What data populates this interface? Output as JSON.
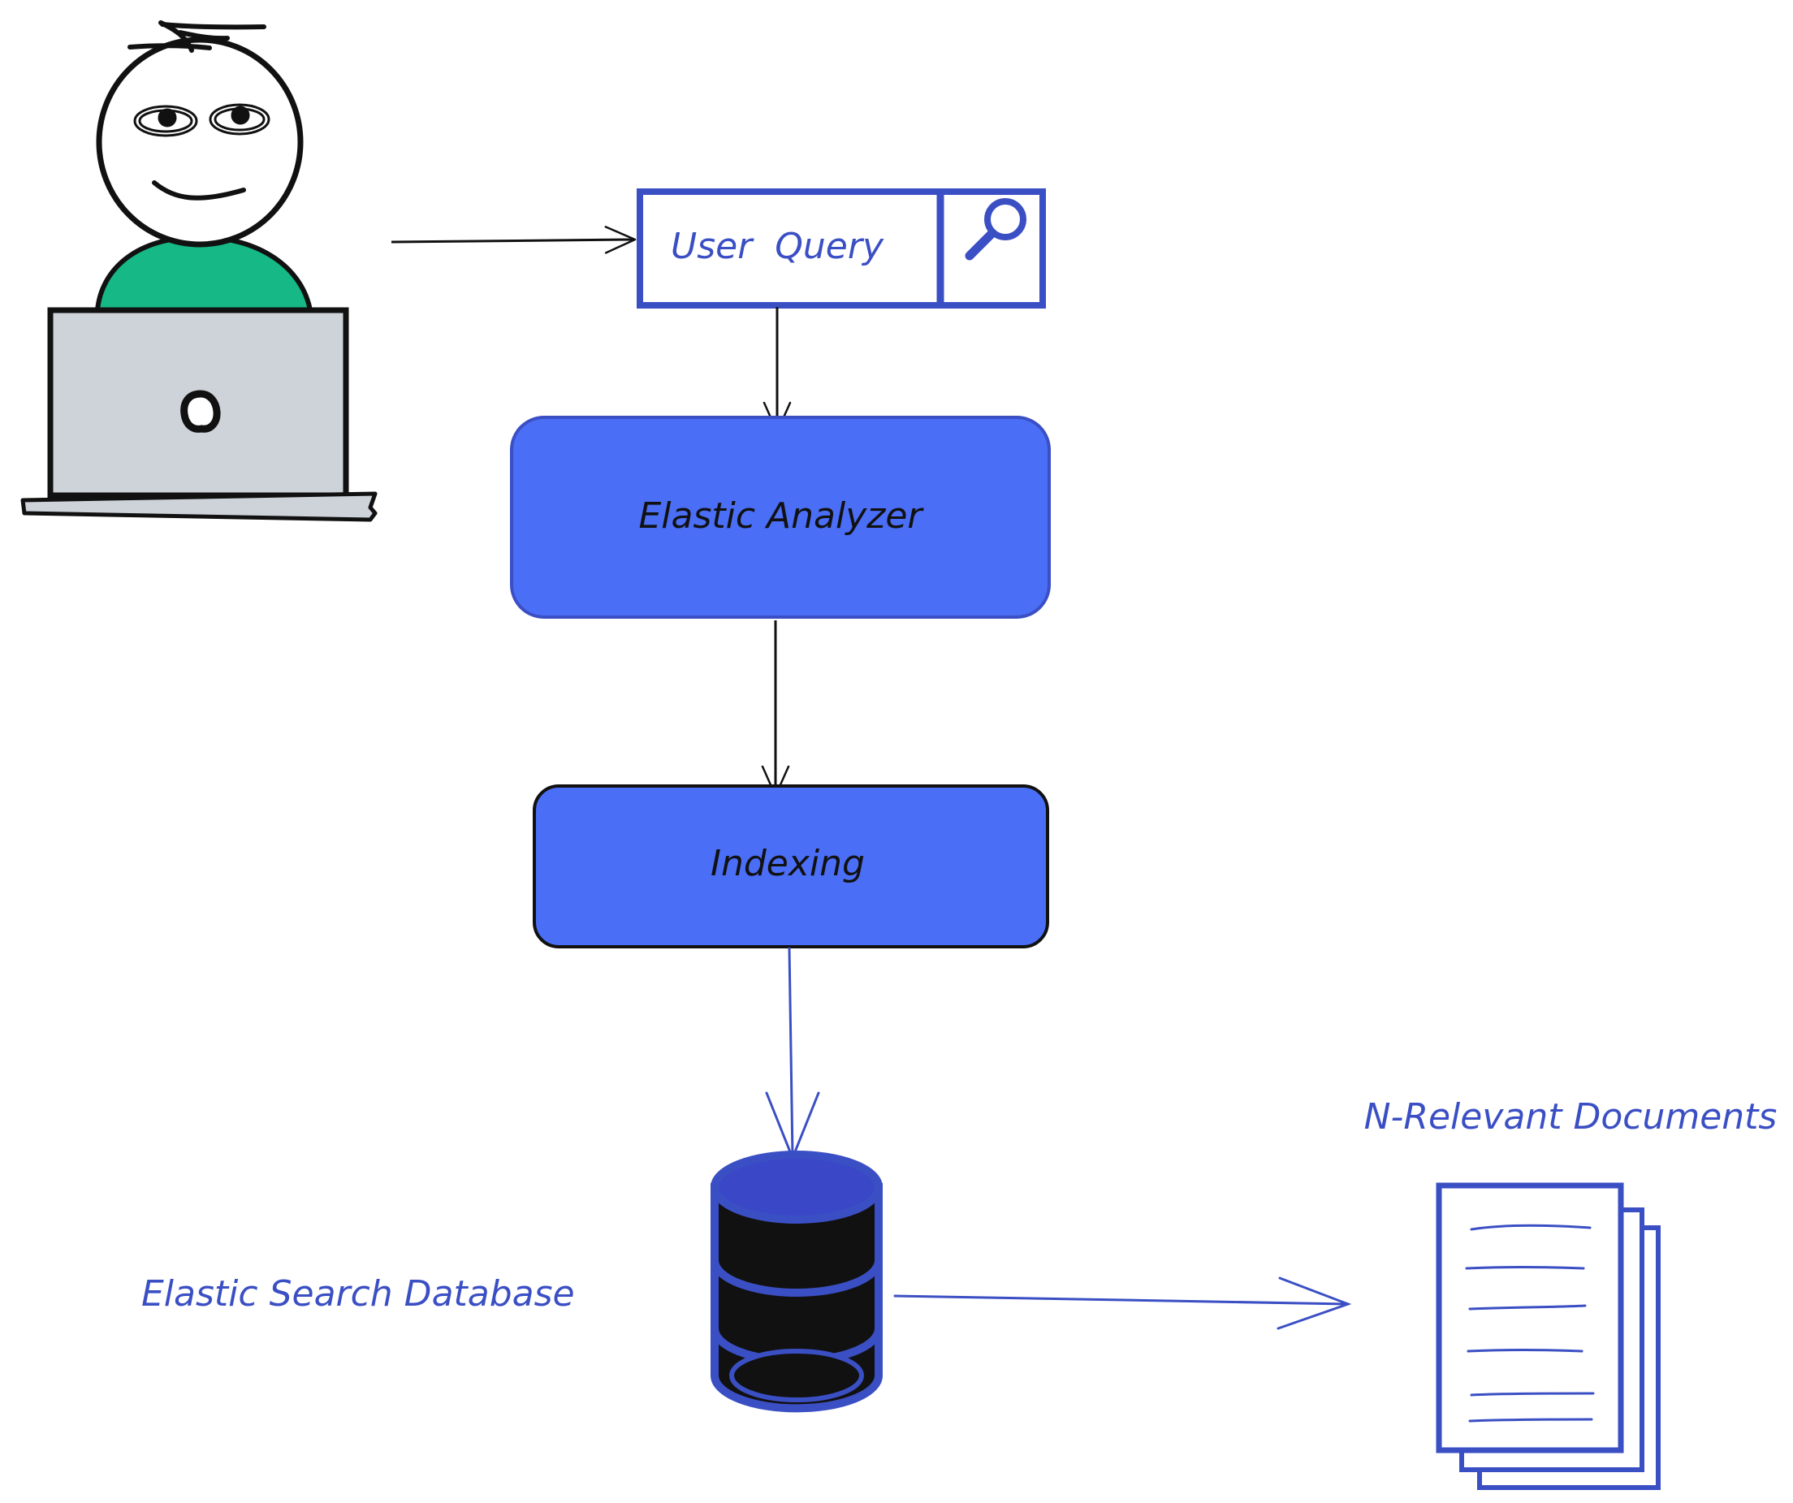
{
  "user_query": {
    "label": "User  Query"
  },
  "analyzer": {
    "label": "Elastic Analyzer"
  },
  "indexing": {
    "label": "Indexing"
  },
  "database": {
    "label": "Elastic Search Database"
  },
  "documents": {
    "label": "N-Relevant Documents"
  },
  "colors": {
    "accent_blue": "#4a6ef5",
    "stroke_blue": "#3b4fc4",
    "label_blue": "#3b4fc4",
    "ink": "#111111",
    "shirt_green": "#16b985",
    "laptop_gray": "#ced3da"
  },
  "icons": {
    "search": "magnifier-icon",
    "user": "user-at-laptop-icon",
    "database": "database-cylinder-icon",
    "documents": "document-stack-icon"
  }
}
